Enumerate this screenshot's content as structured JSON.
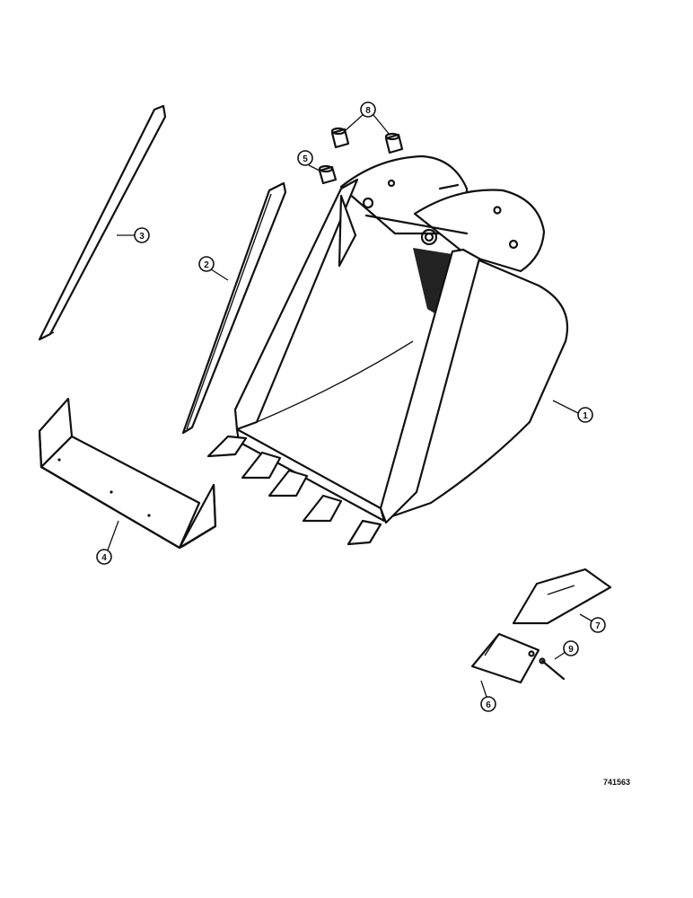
{
  "figure_number": "741563",
  "callouts": [
    {
      "id": "c1",
      "label": "1"
    },
    {
      "id": "c2",
      "label": "2"
    },
    {
      "id": "c3",
      "label": "3"
    },
    {
      "id": "c4",
      "label": "4"
    },
    {
      "id": "c5",
      "label": "5"
    },
    {
      "id": "c6",
      "label": "6"
    },
    {
      "id": "c7",
      "label": "7"
    },
    {
      "id": "c8",
      "label": "8"
    },
    {
      "id": "c9",
      "label": "9"
    }
  ]
}
